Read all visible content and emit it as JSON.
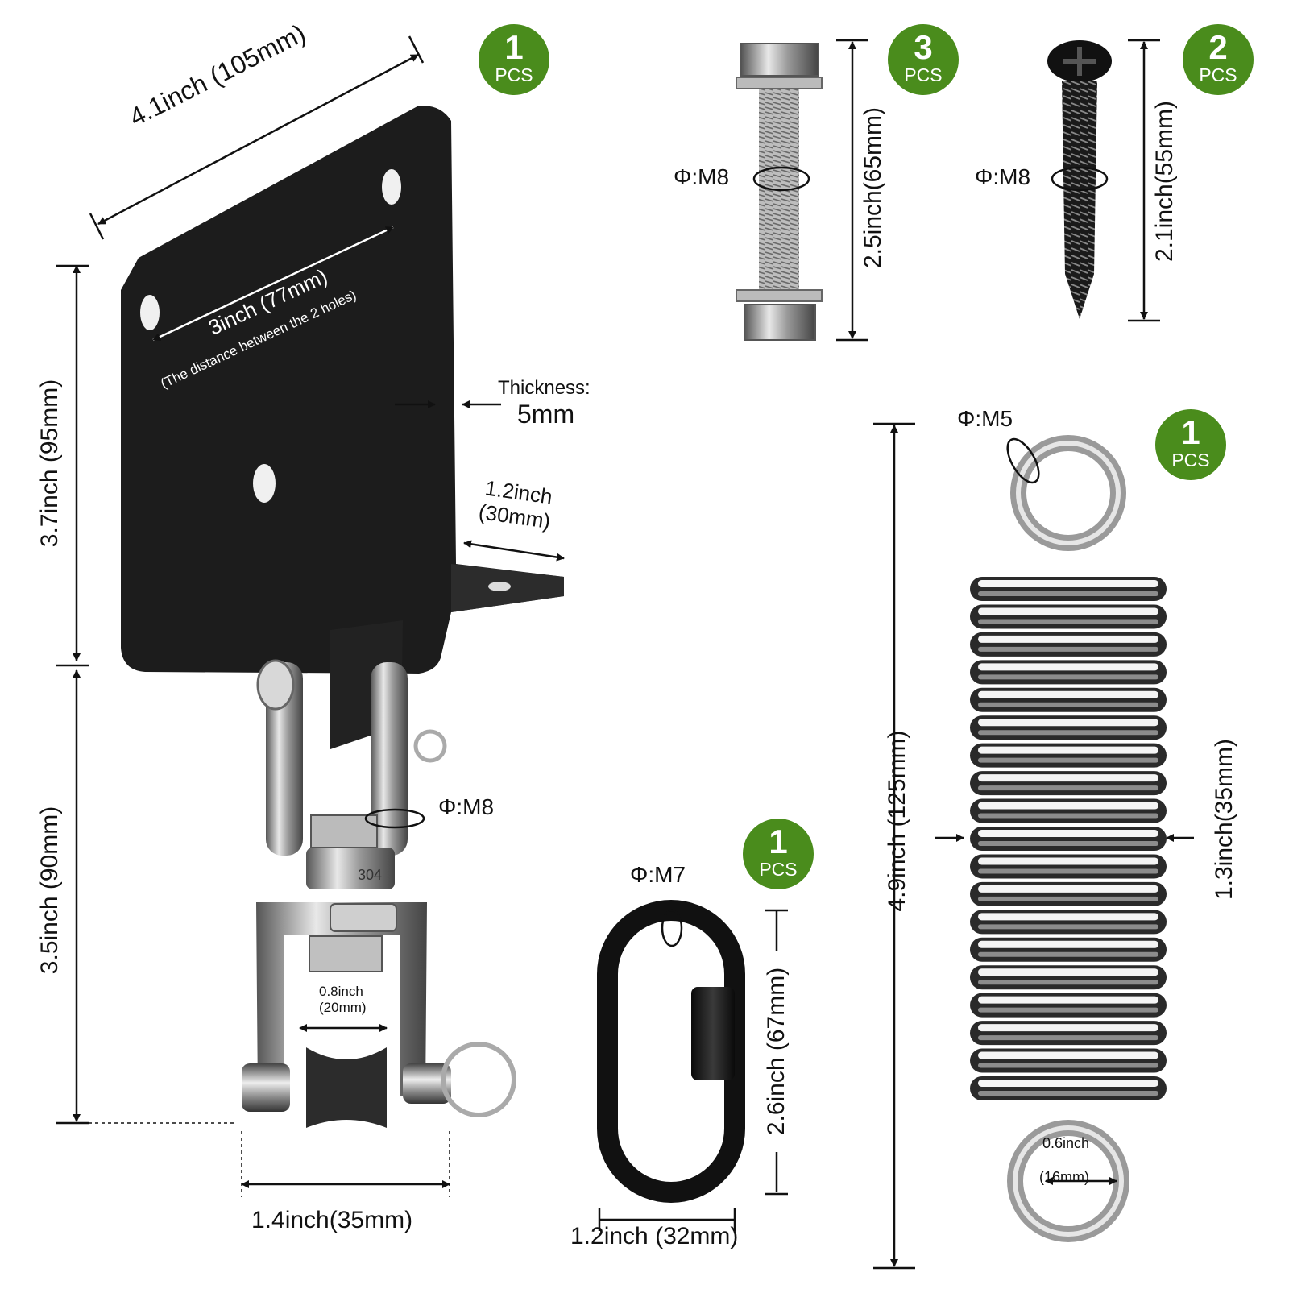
{
  "colors": {
    "badge": "#4a8c1c",
    "plate": "#1b1b1b",
    "steel": "#9aa0a6"
  },
  "badges": [
    {
      "count": "1",
      "unit": "PCS"
    },
    {
      "count": "3",
      "unit": "PCS"
    },
    {
      "count": "2",
      "unit": "PCS"
    },
    {
      "count": "1",
      "unit": "PCS"
    },
    {
      "count": "1",
      "unit": "PCS"
    }
  ],
  "bracket": {
    "width": "4.1inch (105mm)",
    "hole_distance": "3inch (77mm)",
    "hole_note": "(The distance between the 2 holes)",
    "thickness_label": "Thickness:",
    "thickness_value": "5mm",
    "flange_1": "1.2inch",
    "flange_2": "(30mm)",
    "plate_height": "3.7inch (95mm)",
    "swivel_height": "3.5inch (90mm)",
    "swivel_diameter": "Φ:M8",
    "pulley_gap_1": "0.8inch",
    "pulley_gap_2": "(20mm)",
    "swivel_width": "1.4inch(35mm)"
  },
  "bolt": {
    "diameter": "Φ:M8",
    "length": "2.5inch(65mm)"
  },
  "screw": {
    "diameter": "Φ:M8",
    "length": "2.1inch(55mm)"
  },
  "spring": {
    "wire": "Φ:M5",
    "length": "4.9inch (125mm)",
    "width": "1.3inch(35mm)",
    "eye_1": "0.6inch",
    "eye_2": "(16mm)"
  },
  "link": {
    "diameter": "Φ:M7",
    "height": "2.6inch (67mm)",
    "width": "1.2inch (32mm)"
  }
}
